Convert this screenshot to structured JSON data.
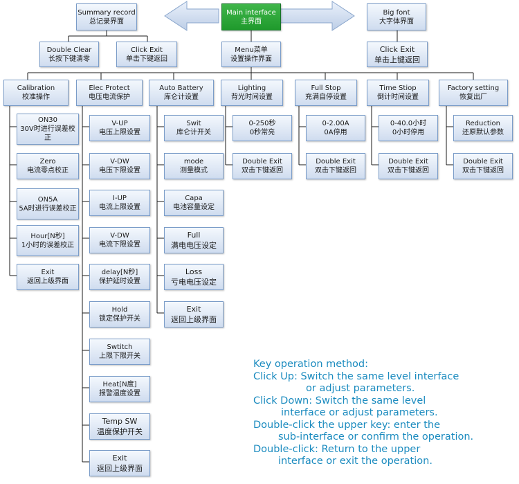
{
  "top": {
    "summary": {
      "en": "Summary record",
      "zh": "总记录界面"
    },
    "main": {
      "en": "Main interface",
      "zh": "主界面"
    },
    "bigfont": {
      "en": "Big font",
      "zh": "大字体界面"
    }
  },
  "second": {
    "double_clear": {
      "en": "Double  Clear",
      "zh": "长按下键清零"
    },
    "click_exit_left": {
      "en": "Click  Exit",
      "zh": "单击下键返回"
    },
    "menu": {
      "en": "Menu菜单",
      "zh": "设置操作界面"
    },
    "click_exit_right": {
      "en": "Click  Exit",
      "zh": "单击上键返回"
    }
  },
  "categories": [
    {
      "en": "Calibration",
      "zh": "校准操作"
    },
    {
      "en": "Elec Protect",
      "zh": "电压电流保护"
    },
    {
      "en": "Auto Battery",
      "zh": "库仑计设置"
    },
    {
      "en": "Lighting",
      "zh": "背光时间设置"
    },
    {
      "en": "Full Stop",
      "zh": "充满自停设置"
    },
    {
      "en": "Time Stiop",
      "zh": "倒计时间设置"
    },
    {
      "en": "Factory setting",
      "zh": "恢复出厂"
    }
  ],
  "calibration_items": [
    {
      "en": "ON30",
      "zh": "30V时进行误差校正"
    },
    {
      "en": "Zero",
      "zh": "电流零点校正"
    },
    {
      "en": "ON5A",
      "zh": "5A时进行误差校正"
    },
    {
      "en": "Hour[N秒]",
      "zh": "1小时的误差校正"
    },
    {
      "en": "Exit",
      "zh": "返回上级界面"
    }
  ],
  "elec_items": [
    {
      "en": "V-UP",
      "zh": "电压上限设置"
    },
    {
      "en": "V-DW",
      "zh": "电压下限设置"
    },
    {
      "en": "I-UP",
      "zh": "电流上限设置"
    },
    {
      "en": "V-DW",
      "zh": "电流下限设置"
    },
    {
      "en": "delay[N秒]",
      "zh": "保护延时设置"
    },
    {
      "en": "Hold",
      "zh": "锁定保护开关"
    },
    {
      "en": "Swtitch",
      "zh": "上限下限开关"
    },
    {
      "en": "Heat[N度]",
      "zh": "报警温度设置"
    },
    {
      "en": "Temp  SW",
      "zh": "温度保护开关"
    },
    {
      "en": "Exit",
      "zh": "返回上级界面"
    }
  ],
  "battery_items": [
    {
      "en": "Swit",
      "zh": "库仑计开关"
    },
    {
      "en": "mode",
      "zh": "测量模式"
    },
    {
      "en": "Capa",
      "zh": "电池容量设定"
    },
    {
      "en": "Full",
      "zh": "满电电压设定"
    },
    {
      "en": "Loss",
      "zh": "亏电电压设定"
    },
    {
      "en": "Exit",
      "zh": "返回上级界面"
    }
  ],
  "lighting_items": [
    {
      "en": "0-250秒",
      "zh": "0秒常亮"
    },
    {
      "en": "Double Exit",
      "zh": "双击下键返回"
    }
  ],
  "fullstop_items": [
    {
      "en": "0-2.00A",
      "zh": "0A停用"
    },
    {
      "en": "Double Exit",
      "zh": "双击下键返回"
    }
  ],
  "time_items": [
    {
      "en": "0-40.0小时",
      "zh": "0小时停用"
    },
    {
      "en": "Double Exit",
      "zh": "双击下键返回"
    }
  ],
  "factory_items": [
    {
      "en": "Reduction",
      "zh": "还原默认参数"
    },
    {
      "en": "Double Exit",
      "zh": "双击下键返回"
    }
  ],
  "notes": [
    "Key operation method:",
    "Click Up: Switch the same level interface",
    "or adjust parameters.",
    "Click Down: Switch the same level",
    "interface or adjust parameters.",
    "Double-click the upper key: enter the",
    "sub-interface or confirm the operation.",
    "Double-click: Return to the upper",
    "interface or exit the operation."
  ],
  "colors": {
    "main_green": "#25a532",
    "box_border": "#7a9cc8",
    "note_text": "#1b8bbf"
  }
}
